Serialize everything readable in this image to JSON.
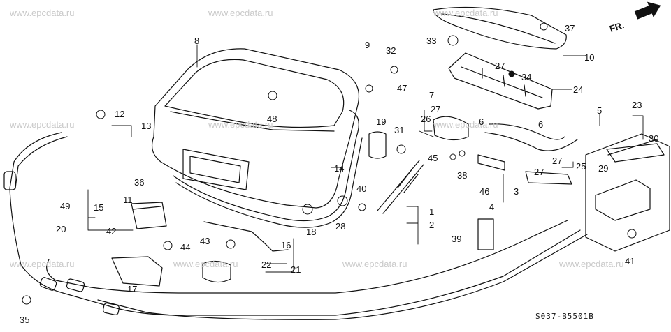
{
  "diagram": {
    "drawing_code": "S037-B5501B",
    "front_marker": "FR.",
    "watermark": "www.epcdata.ru",
    "part_labels": [
      "1",
      "2",
      "3",
      "4",
      "5",
      "6",
      "6",
      "7",
      "8",
      "9",
      "10",
      "11",
      "12",
      "13",
      "14",
      "15",
      "16",
      "17",
      "18",
      "19",
      "20",
      "21",
      "22",
      "23",
      "24",
      "25",
      "26",
      "27",
      "27",
      "27",
      "27",
      "28",
      "29",
      "30",
      "31",
      "32",
      "33",
      "34",
      "35",
      "36",
      "37",
      "38",
      "39",
      "40",
      "41",
      "42",
      "43",
      "44",
      "45",
      "46",
      "47",
      "48",
      "49"
    ]
  }
}
